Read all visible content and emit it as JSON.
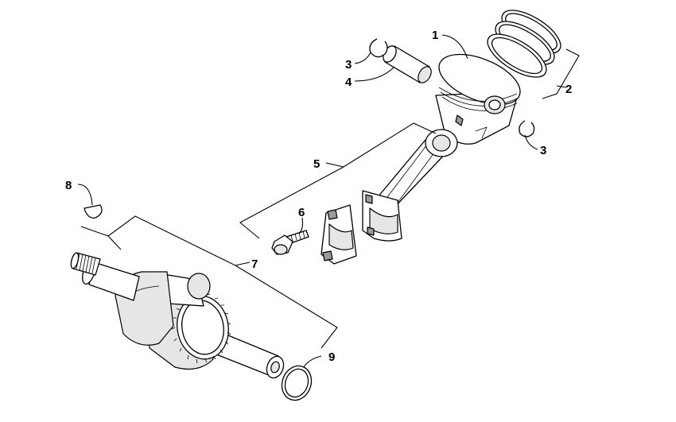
{
  "callouts": [
    {
      "id": "1",
      "text": "1"
    },
    {
      "id": "2",
      "text": "2"
    },
    {
      "id": "3a",
      "text": "3"
    },
    {
      "id": "3b",
      "text": "3"
    },
    {
      "id": "4",
      "text": "4"
    },
    {
      "id": "5",
      "text": "5"
    },
    {
      "id": "6",
      "text": "6"
    },
    {
      "id": "7",
      "text": "7"
    },
    {
      "id": "8",
      "text": "8"
    },
    {
      "id": "9",
      "text": "9"
    }
  ]
}
